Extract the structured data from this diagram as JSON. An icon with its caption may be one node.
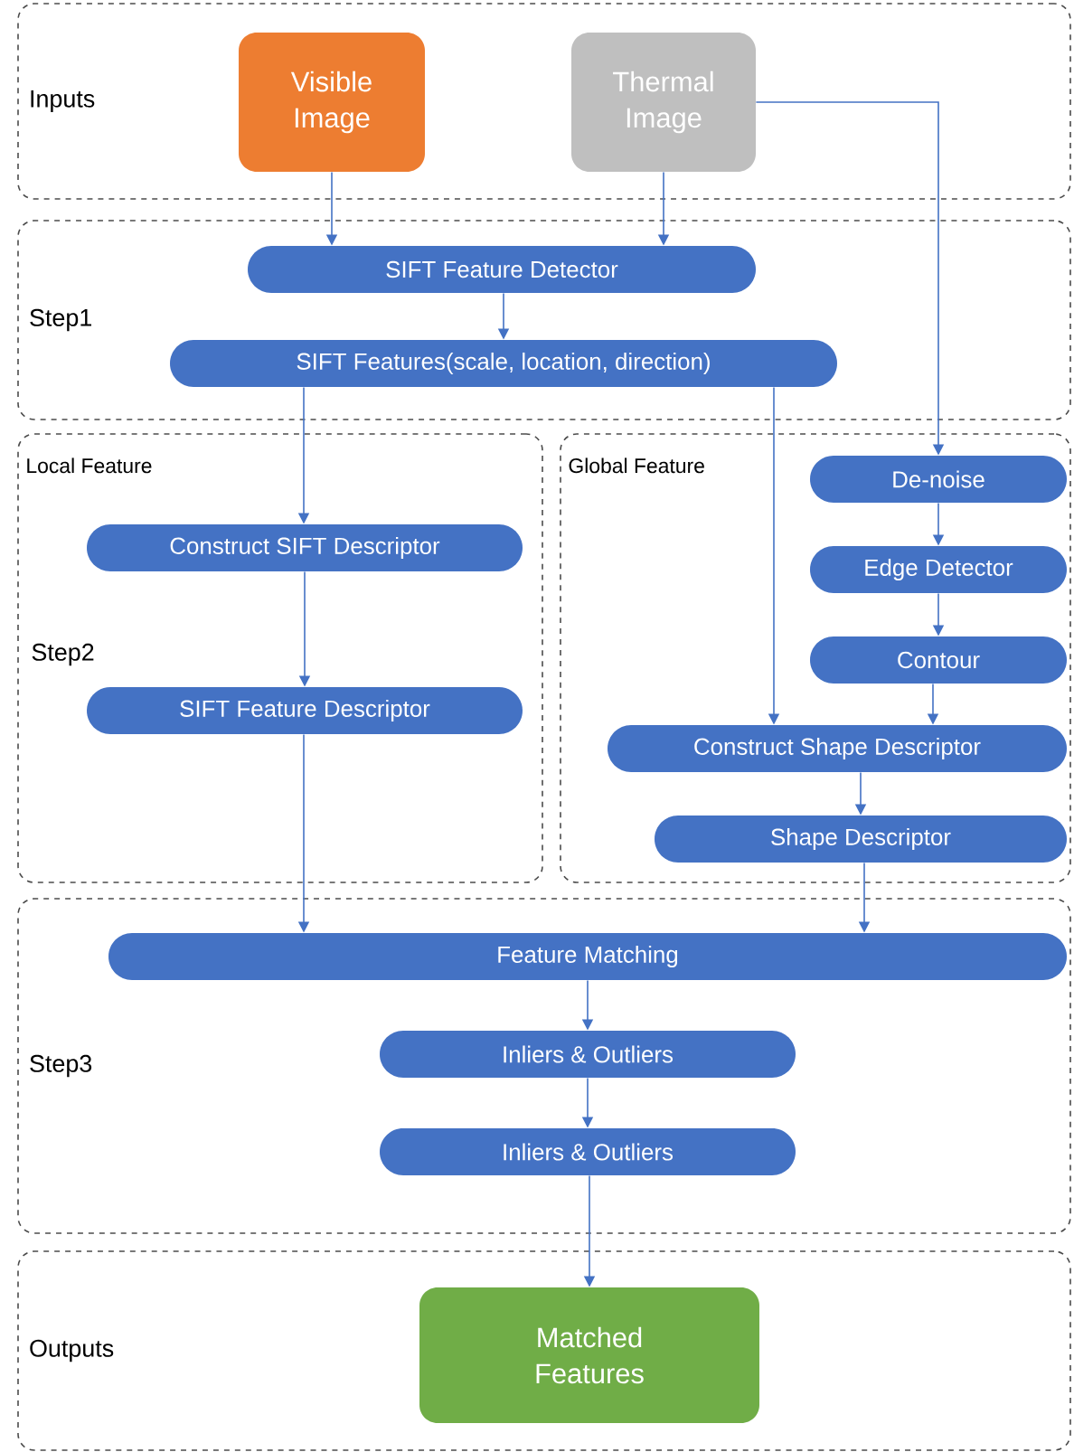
{
  "diagram": {
    "nodes": [
      {
        "text": [
          "Inputs"
        ]
      },
      {
        "text": [
          "Visible Image"
        ],
        "in": 0
      },
      {
        "text": [
          "Thermal Image"
        ],
        "in": 0
      },
      {
        "text": [
          "Step1"
        ]
      },
      {
        "text": [
          "SIFT Feature Detector"
        ],
        "in": 3
      },
      {
        "text": [
          "SIFT Features(scale, location, direction)"
        ],
        "in": 3
      },
      {
        "text": [
          "Local Feature"
        ]
      },
      {
        "text": [
          "Construct SIFT Descriptor"
        ],
        "in": 6
      },
      {
        "text": [
          "SIFT Feature Descriptor"
        ],
        "in": 6
      },
      {
        "text": [
          "Global Feature"
        ]
      },
      {
        "text": [
          "De-noise"
        ],
        "in": 9
      },
      {
        "text": [
          "Edge Detector"
        ],
        "in": 9
      },
      {
        "text": [
          "Contour"
        ],
        "in": 9
      },
      {
        "text": [
          "Construct Shape Descriptor"
        ],
        "in": 9
      },
      {
        "text": [
          "Shape Descriptor"
        ],
        "in": 9
      },
      {
        "text": [
          "Step3"
        ]
      },
      {
        "text": [
          "Feature Matching"
        ],
        "in": 15
      },
      {
        "text": [
          "Inliers & Outliers"
        ],
        "in": 15
      },
      {
        "text": [
          "Inliers & Outliers"
        ],
        "in": 15
      },
      {
        "text": [
          "Outputs"
        ]
      },
      {
        "text": [
          "Matched Features"
        ],
        "in": 19
      }
    ],
    "edges": [
      {
        "from": 1,
        "to": 4,
        "arrow": "to"
      },
      {
        "from": 2,
        "to": 4,
        "arrow": "to"
      },
      {
        "from": 4,
        "to": 5,
        "arrow": "to"
      },
      {
        "from": 2,
        "to": 10,
        "arrow": "to"
      },
      {
        "from": 5,
        "to": 7,
        "arrow": "to"
      },
      {
        "from": 5,
        "to": 13,
        "arrow": "to"
      },
      {
        "from": 7,
        "to": 8,
        "arrow": "to"
      },
      {
        "from": 10,
        "to": 11,
        "arrow": "to"
      },
      {
        "from": 11,
        "to": 12,
        "arrow": "to"
      },
      {
        "from": 12,
        "to": 13,
        "arrow": "to"
      },
      {
        "from": 13,
        "to": 14,
        "arrow": "to"
      },
      {
        "from": 8,
        "to": 16,
        "arrow": "to"
      },
      {
        "from": 14,
        "to": 16,
        "arrow": "to"
      },
      {
        "from": 16,
        "to": 17,
        "arrow": "to"
      },
      {
        "from": 17,
        "to": 18,
        "arrow": "to"
      },
      {
        "from": 18,
        "to": 20,
        "arrow": "to"
      }
    ],
    "labels": [
      "Step2"
    ]
  }
}
